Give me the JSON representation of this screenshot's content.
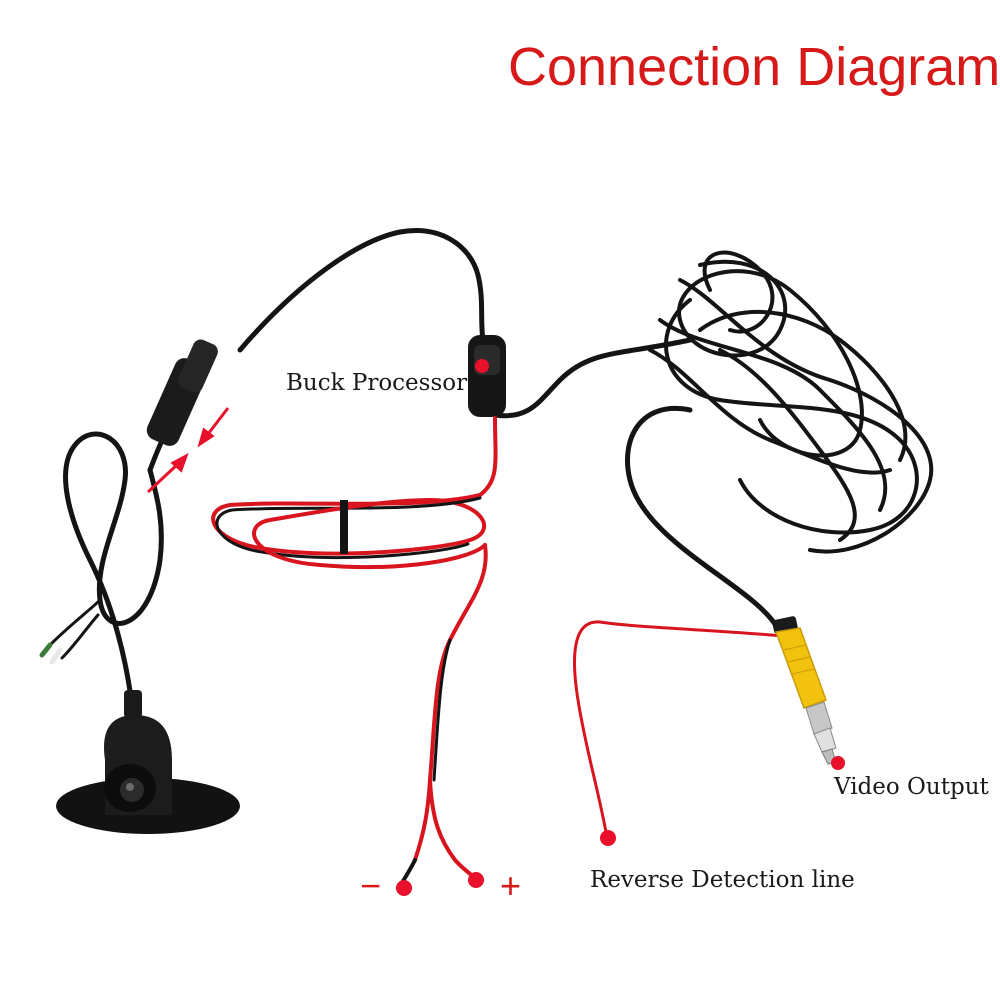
{
  "title": "Connection Diagram",
  "labels": {
    "buck_processor": "Buck Processor",
    "video_output": "Video Output",
    "reverse_detection": "Reverse Detection line",
    "negative_sign": "−",
    "positive_sign": "+"
  },
  "colors": {
    "title": "#d61a1a",
    "marker": "#e8102a",
    "cable_black": "#141414",
    "cable_red": "#d8141e",
    "rca_yellow": "#f2c20f"
  },
  "icons": {
    "camera": "rear-view-camera-icon",
    "rca_plug": "rca-plug-icon",
    "buck_processor": "inline-module-icon"
  }
}
